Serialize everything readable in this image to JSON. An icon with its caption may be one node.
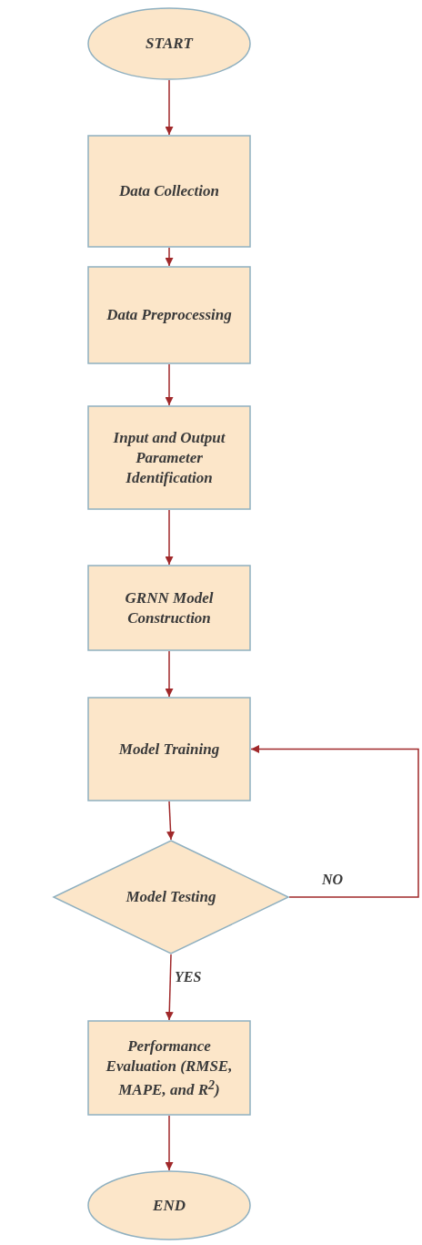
{
  "diagram": {
    "nodes": [
      {
        "text": [
          "START"
        ]
      },
      {
        "text": [
          "Data Collection"
        ]
      },
      {
        "text": [
          "Data Preprocessing"
        ]
      },
      {
        "text": [
          "Input and Output Parameter Identification"
        ]
      },
      {
        "text": [
          "GRNN Model Construction"
        ]
      },
      {
        "text": [
          "Model Training"
        ]
      },
      {
        "text": [
          "Model Testing"
        ]
      },
      {
        "text": [
          "Performance Evaluation (RMSE, MAPE, and R$^{2}$)"
        ]
      },
      {
        "text": [
          "END"
        ]
      }
    ],
    "edges": [
      {
        "from": 0,
        "to": 1,
        "arrow": "to"
      },
      {
        "from": 1,
        "to": 2,
        "arrow": "to"
      },
      {
        "from": 2,
        "to": 3,
        "arrow": "to"
      },
      {
        "from": 3,
        "to": 4,
        "arrow": "to"
      },
      {
        "from": 4,
        "to": 5,
        "arrow": "to"
      },
      {
        "from": 5,
        "to": 6,
        "arrow": "to"
      },
      {
        "from": 6,
        "to": 7,
        "label": "YES",
        "arrow": "to"
      },
      {
        "from": 7,
        "to": 8,
        "arrow": "to"
      },
      {
        "from": 6,
        "to": 5,
        "label": "NO",
        "arrow": "to"
      }
    ]
  }
}
